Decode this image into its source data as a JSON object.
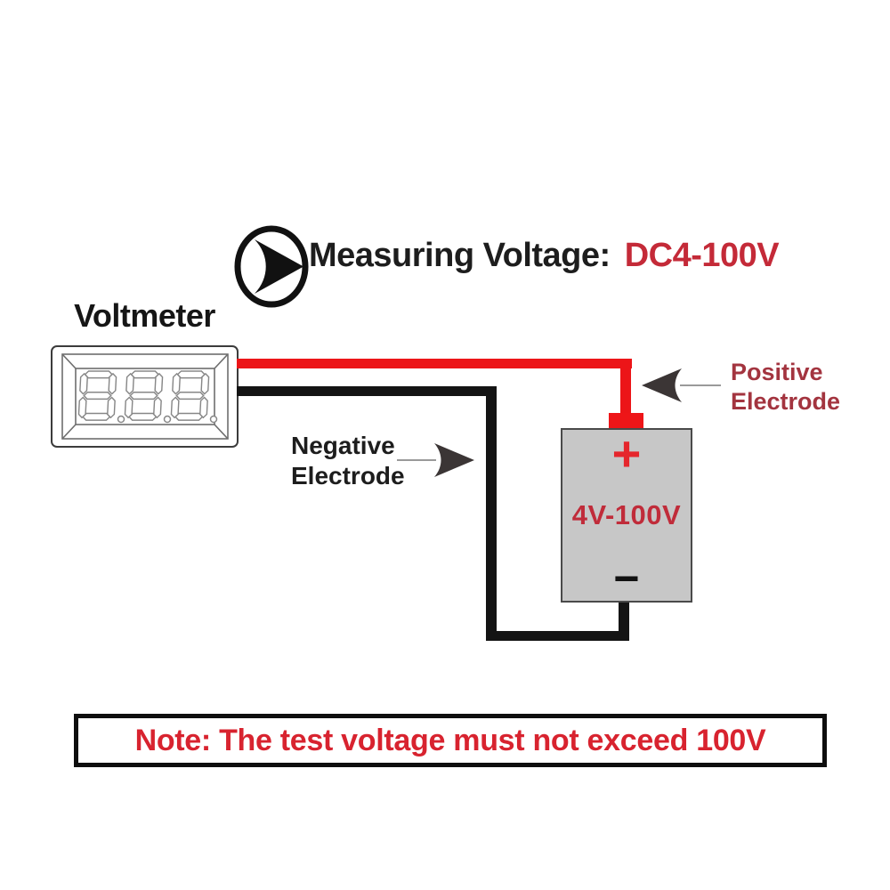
{
  "header": {
    "icon": "arrow-right-circle-icon",
    "title": "Measuring Voltage:",
    "range": "DC4-100V",
    "title_color": "#1d1d1d",
    "range_color": "#c42a38"
  },
  "voltmeter": {
    "label": "Voltmeter",
    "display_value": "8.8.8.",
    "display_style": "seven-segment-outline"
  },
  "battery": {
    "positive_symbol": "+",
    "label": "4V-100V",
    "negative_symbol": "−",
    "body_color": "#c7c7c7",
    "terminal_color": "#ee1518",
    "label_color": "#c02c3a"
  },
  "annotations": {
    "positive": {
      "line1": "Positive",
      "line2": "Electrode",
      "color": "#a3343f"
    },
    "negative": {
      "line1": "Negative",
      "line2": "Electrode",
      "color": "#1d1d1d"
    }
  },
  "wires": {
    "positive_color": "#ec1518",
    "negative_color": "#141414"
  },
  "note": {
    "text": "Note: The test voltage must not exceed 100V",
    "text_color": "#d8232f",
    "border_color": "#0e0e0e"
  }
}
